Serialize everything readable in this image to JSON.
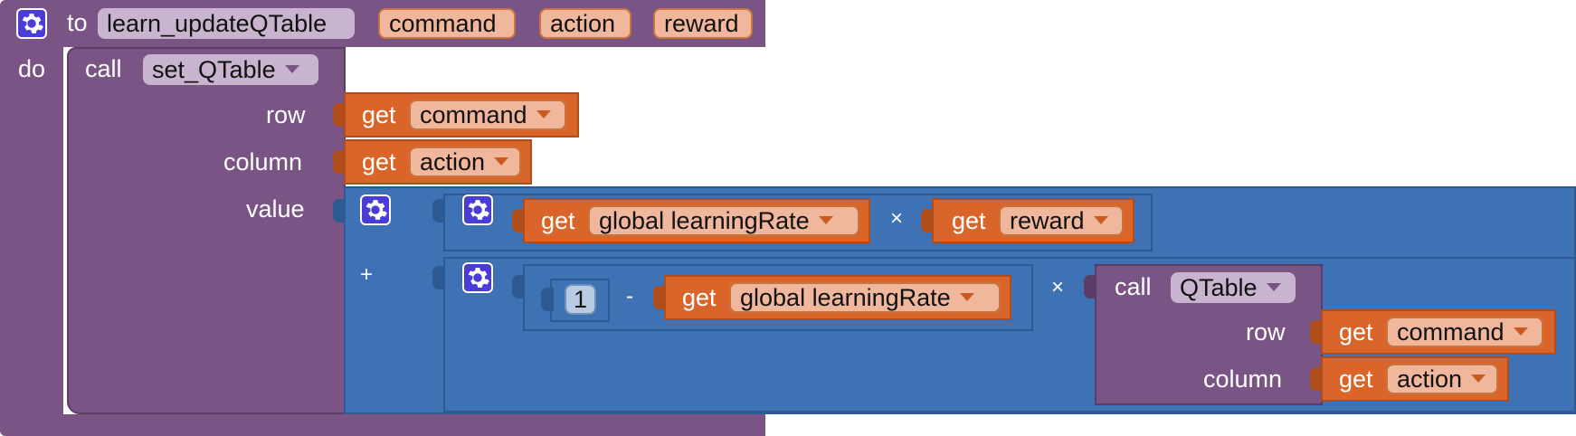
{
  "procedure": {
    "to_label": "to",
    "name": "learn_updateQTable",
    "params": [
      "command",
      "action",
      "reward"
    ],
    "do_label": "do"
  },
  "set_call": {
    "call_label": "call",
    "name": "set_QTable",
    "row_label": "row",
    "column_label": "column",
    "value_label": "value",
    "row_get": {
      "get_label": "get",
      "var": "command"
    },
    "column_get": {
      "get_label": "get",
      "var": "action"
    }
  },
  "math": {
    "plus": "+",
    "times": "×",
    "minus": "-",
    "first_term": {
      "left_get": {
        "get_label": "get",
        "var": "global learningRate"
      },
      "right_get": {
        "get_label": "get",
        "var": "reward"
      }
    },
    "second_term": {
      "number": "1",
      "minus_get": {
        "get_label": "get",
        "var": "global learningRate"
      },
      "qtable_call": {
        "call_label": "call",
        "name": "QTable",
        "row_label": "row",
        "column_label": "column",
        "row_get": {
          "get_label": "get",
          "var": "command"
        },
        "column_get": {
          "get_label": "get",
          "var": "action"
        }
      }
    }
  },
  "colors": {
    "procedure": "#7a5484",
    "variable": "#d9652b",
    "math": "#3f72b4",
    "mutator": "#4a3cd6"
  },
  "icons": [
    "gear-icon",
    "dropdown-caret-icon"
  ]
}
